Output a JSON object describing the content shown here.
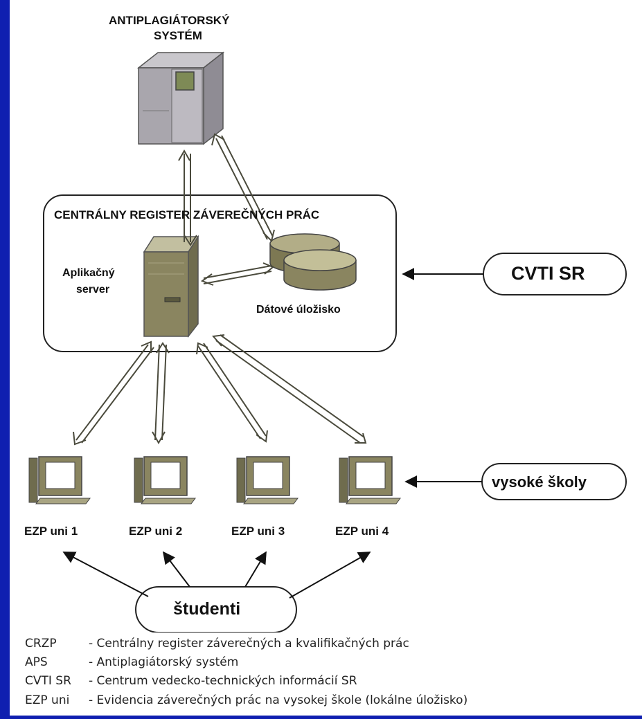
{
  "diagram": {
    "aps_title_line1": "ANTIPLAGIÁTORSKÝ",
    "aps_title_line2": "SYSTÉM",
    "crzp_title": "CENTRÁLNY REGISTER ZÁVEREČNÝCH PRÁC",
    "app_server_line1": "Aplikačný",
    "app_server_line2": "server",
    "data_storage": "Dátové úložisko",
    "cvti_label": "CVTI SR",
    "universities_label": "vysoké školy",
    "students_label": "študenti",
    "ezp_labels": [
      "EZP uni 1",
      "EZP uni 2",
      "EZP uni 3",
      "EZP uni 4"
    ]
  },
  "legend": [
    {
      "abbr": "CRZP",
      "desc": "- Centrálny register záverečných a kvalifikačných prác"
    },
    {
      "abbr": "APS",
      "desc": "- Antiplagiátorský systém"
    },
    {
      "abbr": "CVTI SR",
      "desc": "- Centrum vedecko-technických informácií SR"
    },
    {
      "abbr": "EZP uni",
      "desc": "- Evidencia záverečných prác na vysokej škole (lokálne úložisko)"
    }
  ],
  "colors": {
    "background": "#0f1fb0",
    "panel": "#ffffff",
    "server_gray": "#a9a6ad",
    "olive": "#8a8560",
    "line": "#4a4a3c"
  }
}
